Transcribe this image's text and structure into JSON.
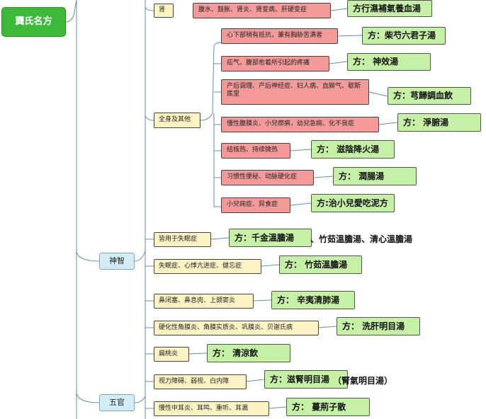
{
  "root": {
    "label": "龔氏名方"
  },
  "categories": {
    "shenzhi": "神智",
    "wuguan": "五官"
  },
  "subcategories": {
    "shen": "肾",
    "quanshen": "全身及其他",
    "shimian": "皆用于失眠症",
    "shimian2": "失眠症、心悸亢进症、健忘症",
    "biyan": "鼻闭塞、鼻息肉、上颌窦炎",
    "jiaomo": "硬化性角膜炎、角膜实质炎、巩膜炎、贝谢氏病",
    "biantaoyan": "扁桃炎",
    "shili": "视力障碍、弱视、白内障",
    "erming": "慢性中耳炎、耳鸣、重听、耳漏"
  },
  "symptoms": {
    "shen": "腹水、鼓胀、肾炎、肾变病、肝硬变症",
    "xinxia": "心下部稍有抵抗，兼有胸胁苦满者",
    "shanqi": "疝气、腹部愈着所引起的疼痛",
    "chanhou": "产后调理、产后神经症、妇人病、血脚气、歇斯底里",
    "fumo": "慢性腹膜炎、小兒痨痟，幼兒急痫、化不良症",
    "jiehe": "结核热、持续微热",
    "bianmi": "习惯性便秘、动脉硬化症",
    "xiaoer": "小兒痫症、异食症"
  },
  "prescriptions": {
    "shen": "方行濕補氣養血湯",
    "xinxia": "方：柴芍六君子湯",
    "shanqi": "方：   神效湯",
    "chanhou": "方：芎歸調血飲",
    "fumo": "方：    淨腑湯",
    "jiehe": "方：  滋陰降火湯",
    "bianmi": "方：   潤腸湯",
    "xiaoer": "方:治小兒愛吃泥方",
    "shimian": "方：千金溫膽湯",
    "shimian_extra": "、竹茹溫膽湯、清心溫膽湯",
    "shimian2": "方：  竹茹溫膽湯",
    "biyan": "方：  辛夷清肺湯",
    "jiaomo": "方：  洗肝明目湯",
    "biantaoyan": "方：    清涼飲",
    "shili": "方：滋腎明目湯",
    "shili_extra": "（腎氣明目湯）",
    "erming": "方：    蔓荊子散"
  },
  "colors": {
    "root_fill": "#3fb93b",
    "category_fill": "#d4edf6",
    "subcategory_fill": "#fbf3c4",
    "symptom_fill": "#f49a9a",
    "prescription_fill": "#c6f0a6",
    "line": "#6f8aa3"
  }
}
